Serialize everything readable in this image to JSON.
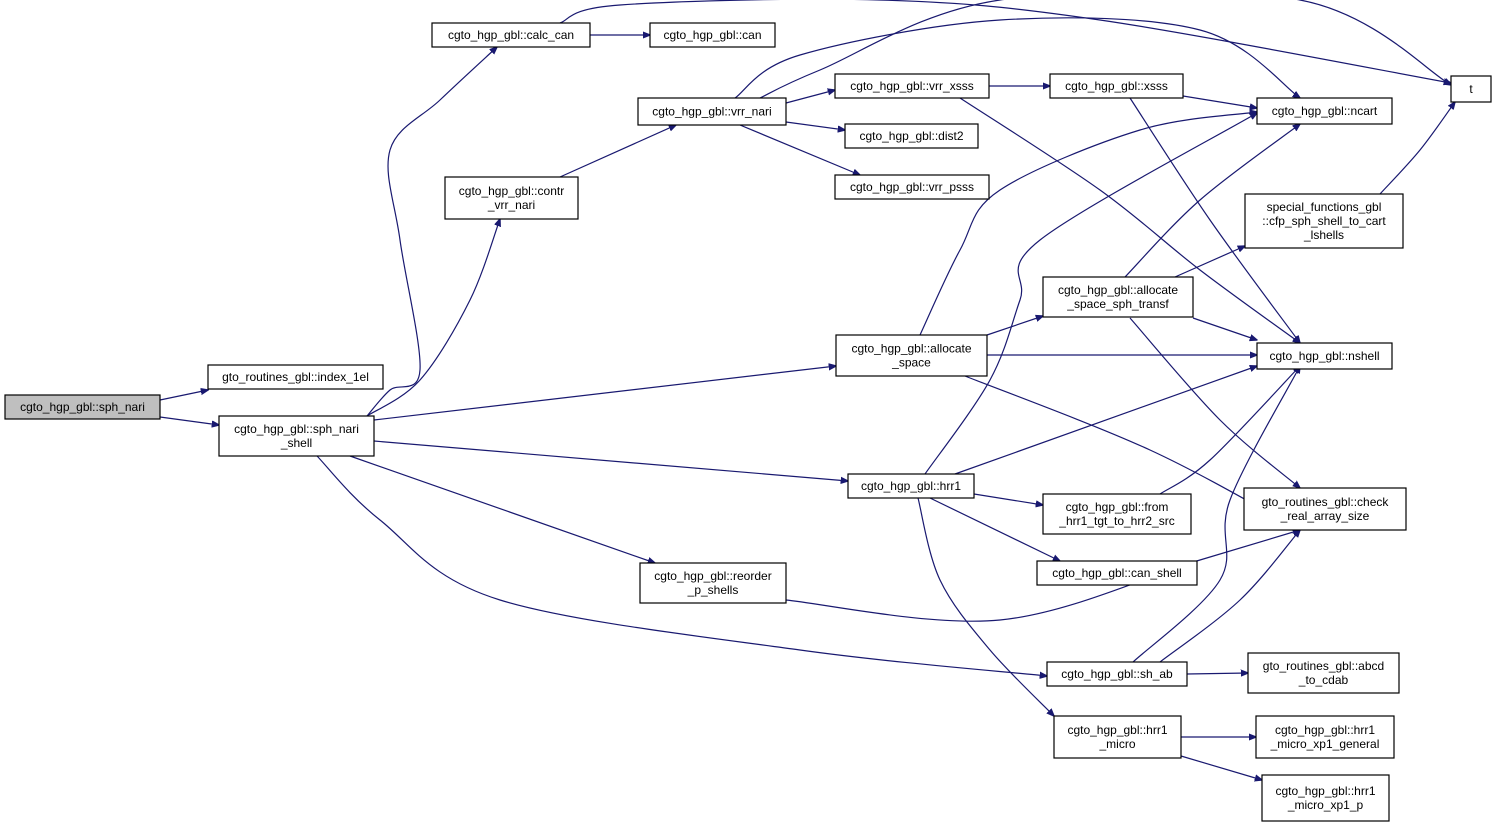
{
  "diagram": {
    "type": "call-graph",
    "colors": {
      "edge": "#191970",
      "root_fill": "#bfbfbf",
      "node_fill": "#ffffff",
      "node_border": "#000000"
    },
    "nodes": [
      {
        "id": "sph_nari",
        "lines": [
          "cgto_hgp_gbl::sph_nari"
        ],
        "root": true
      },
      {
        "id": "index_1el",
        "lines": [
          "gto_routines_gbl::index_1el"
        ]
      },
      {
        "id": "sph_nari_shell",
        "lines": [
          "cgto_hgp_gbl::sph_nari",
          "_shell"
        ]
      },
      {
        "id": "calc_can",
        "lines": [
          "cgto_hgp_gbl::calc_can"
        ]
      },
      {
        "id": "can",
        "lines": [
          "cgto_hgp_gbl::can"
        ]
      },
      {
        "id": "contr_vrr_nari",
        "lines": [
          "cgto_hgp_gbl::contr",
          "_vrr_nari"
        ]
      },
      {
        "id": "vrr_nari",
        "lines": [
          "cgto_hgp_gbl::vrr_nari"
        ]
      },
      {
        "id": "vrr_xsss",
        "lines": [
          "cgto_hgp_gbl::vrr_xsss"
        ]
      },
      {
        "id": "dist2",
        "lines": [
          "cgto_hgp_gbl::dist2"
        ]
      },
      {
        "id": "vrr_psss",
        "lines": [
          "cgto_hgp_gbl::vrr_psss"
        ]
      },
      {
        "id": "xsss",
        "lines": [
          "cgto_hgp_gbl::xsss"
        ]
      },
      {
        "id": "ncart",
        "lines": [
          "cgto_hgp_gbl::ncart"
        ]
      },
      {
        "id": "t",
        "lines": [
          "t"
        ]
      },
      {
        "id": "cfp_sph",
        "lines": [
          "special_functions_gbl",
          "::cfp_sph_shell_to_cart",
          "_lshells"
        ]
      },
      {
        "id": "allocate_space_sph",
        "lines": [
          "cgto_hgp_gbl::allocate",
          "_space_sph_transf"
        ]
      },
      {
        "id": "allocate_space",
        "lines": [
          "cgto_hgp_gbl::allocate",
          "_space"
        ]
      },
      {
        "id": "nshell",
        "lines": [
          "cgto_hgp_gbl::nshell"
        ]
      },
      {
        "id": "hrr1",
        "lines": [
          "cgto_hgp_gbl::hrr1"
        ]
      },
      {
        "id": "from_hrr1",
        "lines": [
          "cgto_hgp_gbl::from",
          "_hrr1_tgt_to_hrr2_src"
        ]
      },
      {
        "id": "check_real",
        "lines": [
          "gto_routines_gbl::check",
          "_real_array_size"
        ]
      },
      {
        "id": "can_shell",
        "lines": [
          "cgto_hgp_gbl::can_shell"
        ]
      },
      {
        "id": "reorder",
        "lines": [
          "cgto_hgp_gbl::reorder",
          "_p_shells"
        ]
      },
      {
        "id": "sh_ab",
        "lines": [
          "cgto_hgp_gbl::sh_ab"
        ]
      },
      {
        "id": "abcd",
        "lines": [
          "gto_routines_gbl::abcd",
          "_to_cdab"
        ]
      },
      {
        "id": "hrr1_micro",
        "lines": [
          "cgto_hgp_gbl::hrr1",
          "_micro"
        ]
      },
      {
        "id": "xp1_general",
        "lines": [
          "cgto_hgp_gbl::hrr1",
          "_micro_xp1_general"
        ]
      },
      {
        "id": "xp1_p",
        "lines": [
          "cgto_hgp_gbl::hrr1",
          "_micro_xp1_p"
        ]
      }
    ],
    "edges": [
      {
        "from": "sph_nari",
        "to": "index_1el"
      },
      {
        "from": "sph_nari",
        "to": "sph_nari_shell"
      },
      {
        "from": "sph_nari_shell",
        "to": "calc_can"
      },
      {
        "from": "sph_nari_shell",
        "to": "contr_vrr_nari"
      },
      {
        "from": "sph_nari_shell",
        "to": "allocate_space"
      },
      {
        "from": "sph_nari_shell",
        "to": "hrr1"
      },
      {
        "from": "sph_nari_shell",
        "to": "reorder"
      },
      {
        "from": "sph_nari_shell",
        "to": "sh_ab"
      },
      {
        "from": "calc_can",
        "to": "can"
      },
      {
        "from": "calc_can",
        "to": "t"
      },
      {
        "from": "contr_vrr_nari",
        "to": "vrr_nari"
      },
      {
        "from": "vrr_nari",
        "to": "vrr_xsss"
      },
      {
        "from": "vrr_nari",
        "to": "dist2"
      },
      {
        "from": "vrr_nari",
        "to": "vrr_psss"
      },
      {
        "from": "vrr_nari",
        "to": "ncart"
      },
      {
        "from": "vrr_nari",
        "to": "t"
      },
      {
        "from": "vrr_xsss",
        "to": "xsss"
      },
      {
        "from": "vrr_xsss",
        "to": "nshell"
      },
      {
        "from": "xsss",
        "to": "ncart"
      },
      {
        "from": "xsss",
        "to": "nshell"
      },
      {
        "from": "cfp_sph",
        "to": "t"
      },
      {
        "from": "allocate_space",
        "to": "ncart"
      },
      {
        "from": "allocate_space",
        "to": "allocate_space_sph"
      },
      {
        "from": "allocate_space",
        "to": "nshell"
      },
      {
        "from": "allocate_space",
        "to": "check_real"
      },
      {
        "from": "allocate_space_sph",
        "to": "ncart"
      },
      {
        "from": "allocate_space_sph",
        "to": "cfp_sph"
      },
      {
        "from": "allocate_space_sph",
        "to": "nshell"
      },
      {
        "from": "allocate_space_sph",
        "to": "check_real"
      },
      {
        "from": "hrr1",
        "to": "ncart"
      },
      {
        "from": "hrr1",
        "to": "nshell"
      },
      {
        "from": "hrr1",
        "to": "from_hrr1"
      },
      {
        "from": "hrr1",
        "to": "can_shell"
      },
      {
        "from": "hrr1",
        "to": "hrr1_micro"
      },
      {
        "from": "from_hrr1",
        "to": "check_real"
      },
      {
        "from": "reorder",
        "to": "check_real"
      },
      {
        "from": "sh_ab",
        "to": "nshell"
      },
      {
        "from": "sh_ab",
        "to": "check_real"
      },
      {
        "from": "sh_ab",
        "to": "abcd"
      },
      {
        "from": "hrr1_micro",
        "to": "xp1_general"
      },
      {
        "from": "hrr1_micro",
        "to": "xp1_p"
      }
    ]
  }
}
